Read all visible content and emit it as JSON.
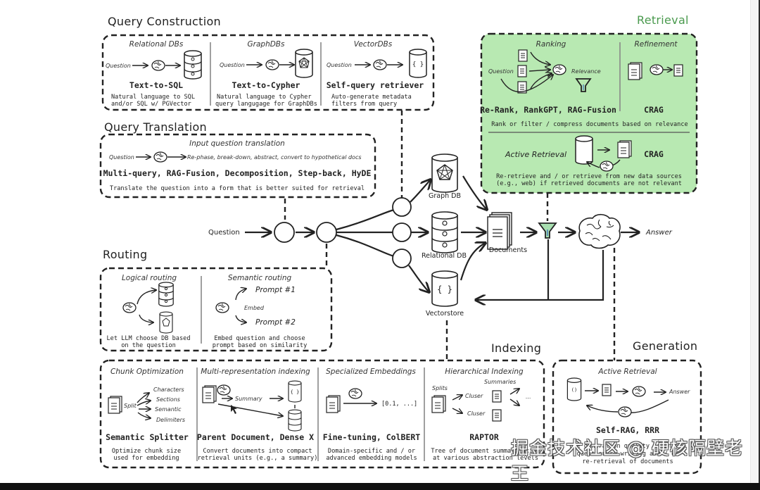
{
  "sections": {
    "query_construction": {
      "title": "Query Construction",
      "columns": [
        {
          "header": "Relational DBs",
          "input": "Question",
          "method": "Text-to-SQL",
          "desc1": "Natural language to SQL",
          "desc2": "and/or SQL w/ PGVector"
        },
        {
          "header": "GraphDBs",
          "input": "Question",
          "method": "Text-to-Cypher",
          "desc1": "Natural language to Cypher",
          "desc2": "query langugage for GraphDBs"
        },
        {
          "header": "VectorDBs",
          "input": "Question",
          "method": "Self-query retriever",
          "desc1": "Auto-generate metadata",
          "desc2": "filters from query"
        }
      ]
    },
    "query_translation": {
      "title": "Query Translation",
      "header": "Input question translation",
      "input": "Question",
      "output": "Re-phase, break-down, abstract, convert to hypothetical docs",
      "methods": "Multi-query, RAG-Fusion, Decomposition, Step-back, HyDE",
      "desc": "Translate the question into a form that is better suited for retrieval"
    },
    "routing": {
      "title": "Routing",
      "logical": {
        "header": "Logical routing",
        "desc1": "Let LLM choose DB based",
        "desc2": "on the question"
      },
      "semantic": {
        "header": "Semantic routing",
        "prompt1": "Prompt #1",
        "prompt2": "Prompt #2",
        "embed": "Embed",
        "desc1": "Embed question and choose",
        "desc2": "prompt based on similarity"
      }
    },
    "retrieval": {
      "title": "Retrieval",
      "ranking": {
        "header": "Ranking",
        "input": "Question",
        "relevance": "Relevance",
        "methods": "Re-Rank, RankGPT, RAG-Fusion"
      },
      "refinement": {
        "header": "Refinement",
        "methods": "CRAG"
      },
      "ranking_desc": "Rank or filter / compress documents based on relevance",
      "active": {
        "label": "Active Retrieval",
        "methods": "CRAG",
        "desc1": "Re-retrieve and / or retrieve from new data sources",
        "desc2": "(e.g., web) if retrieved documents are not relevant"
      }
    },
    "indexing": {
      "title": "Indexing",
      "columns": [
        {
          "header": "Chunk Optimization",
          "method": "Semantic Splitter",
          "desc1": "Optimize chunk size",
          "desc2": "used for embedding",
          "split": "Split",
          "items": [
            "Characters",
            "Sections",
            "Semantic",
            "Delimiters"
          ]
        },
        {
          "header": "Multi-representation indexing",
          "method": "Parent Document, Dense X",
          "desc1": "Convert documents into compact",
          "desc2": "retrieval units (e.g., a summary)",
          "summary": "Summary"
        },
        {
          "header": "Specialized Embeddings",
          "method": "Fine-tuning, ColBERT",
          "desc1": "Domain-specific and / or",
          "desc2": "advanced embedding models",
          "vector": "[0.1, ...]"
        },
        {
          "header": "Hierarchical Indexing",
          "method": "RAPTOR",
          "desc1": "Tree of document summarization",
          "desc2": "at various abstraction levels",
          "splits": "Splits",
          "summaries": "Summaries",
          "cluster1": "Cluser",
          "cluster2": "Cluser",
          "ellipsis": "..."
        }
      ]
    },
    "generation": {
      "title": "Generation",
      "header": "Active Retrieval",
      "answer": "Answer",
      "methods": "Self-RAG, RRR",
      "desc1": "Use generation quality to inform",
      "desc2": "question re-writing and / or",
      "desc3": "re-retrieval of documents"
    }
  },
  "flow": {
    "question": "Question",
    "graph_db": "Graph DB",
    "relational_db": "Relational DB",
    "vectorstore": "Vectorstore",
    "documents": "Documents",
    "answer": "Answer"
  },
  "colors": {
    "retrieval_fill": "#b8e9b2",
    "retrieval_title": "#4a9a4e",
    "funnel_fill": "#a8dfb0"
  },
  "watermark": "掘金技术社区 @ 硬核隔壁老王"
}
